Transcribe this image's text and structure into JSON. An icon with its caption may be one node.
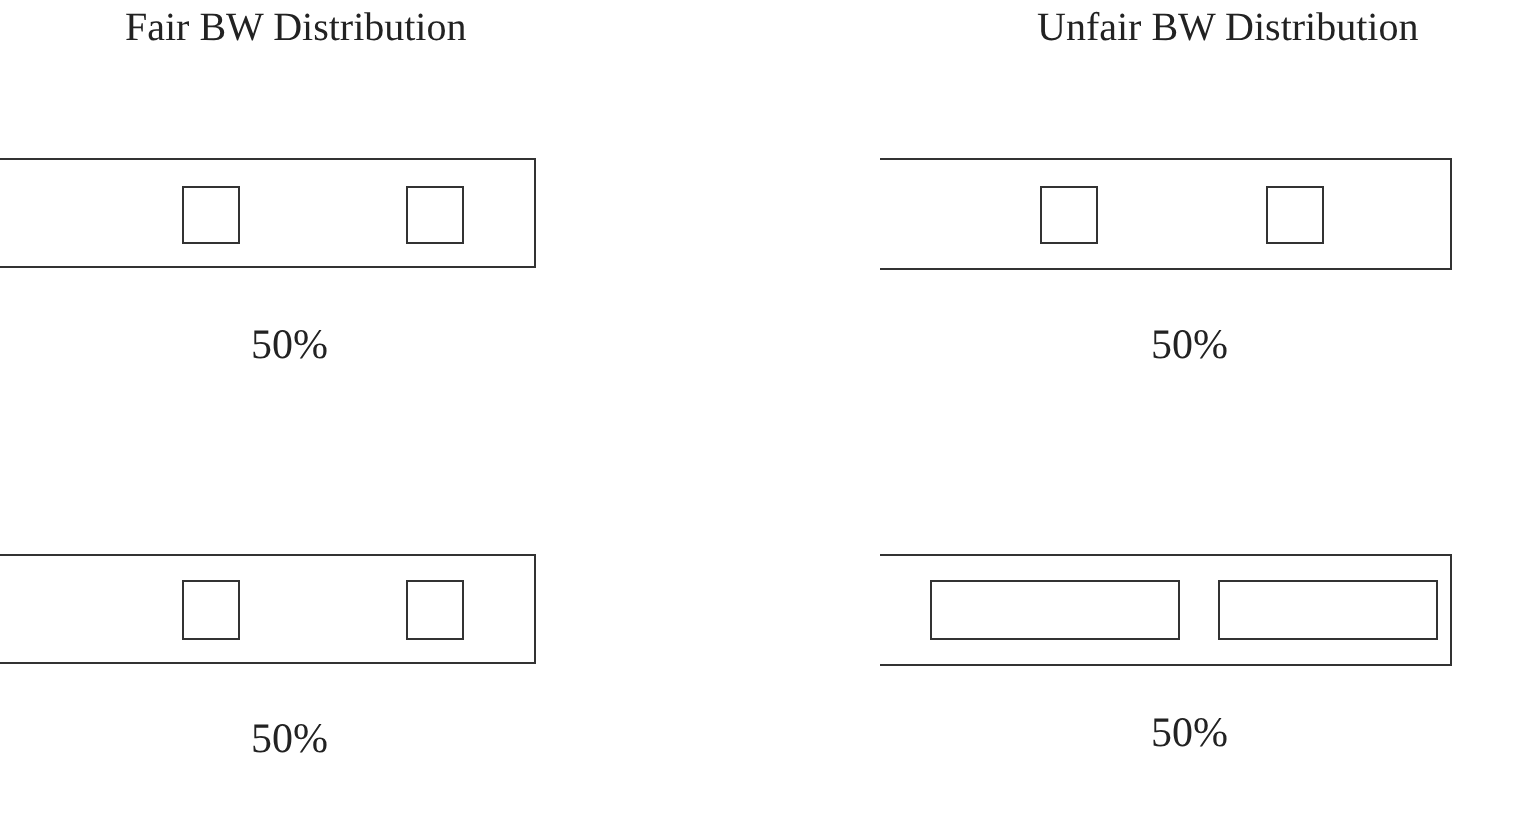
{
  "diagram": {
    "nodes": [
      {
        "text": [],
        "shape": "box",
        "beside": [
          "50%"
        ]
      },
      {
        "text": [],
        "shape": "box",
        "in": 0
      },
      {
        "text": [],
        "shape": "box",
        "in": 0
      },
      {
        "text": [],
        "shape": "box",
        "beside": [
          "50%"
        ]
      },
      {
        "text": [],
        "shape": "box",
        "in": 3
      },
      {
        "text": [],
        "shape": "box",
        "in": 3
      },
      {
        "text": [],
        "shape": "box",
        "beside": [
          "50%"
        ]
      },
      {
        "text": [],
        "shape": "box",
        "in": 6
      },
      {
        "text": [],
        "shape": "box",
        "in": 6
      },
      {
        "text": [],
        "shape": "box",
        "beside": [
          "50%"
        ]
      },
      {
        "text": [],
        "shape": "box",
        "in": 9
      },
      {
        "text": [],
        "shape": "box",
        "in": 9
      }
    ],
    "labels": [
      "Fair BW Distribution",
      "Unfair BW Distribution"
    ]
  }
}
